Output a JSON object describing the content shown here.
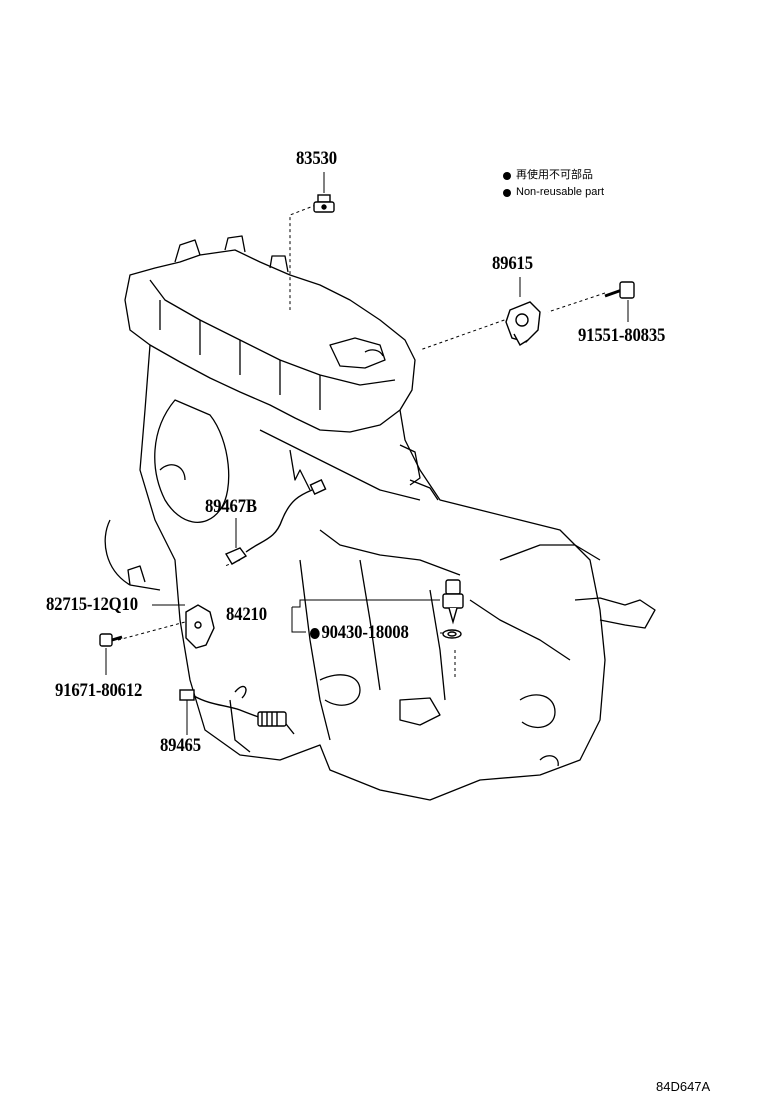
{
  "legend": {
    "items": [
      {
        "label": "再使用不可部品"
      },
      {
        "label": "Non-reusable part"
      }
    ]
  },
  "parts": [
    {
      "number": "83530"
    },
    {
      "number": "89615"
    },
    {
      "number": "91551-80835"
    },
    {
      "number": "89467B"
    },
    {
      "number": "82715-12Q10"
    },
    {
      "number": "84210"
    },
    {
      "number": "90430-18008",
      "non_reusable": true
    },
    {
      "number": "91671-80612"
    },
    {
      "number": "89465"
    }
  ],
  "diagram_ref": "84D647A"
}
